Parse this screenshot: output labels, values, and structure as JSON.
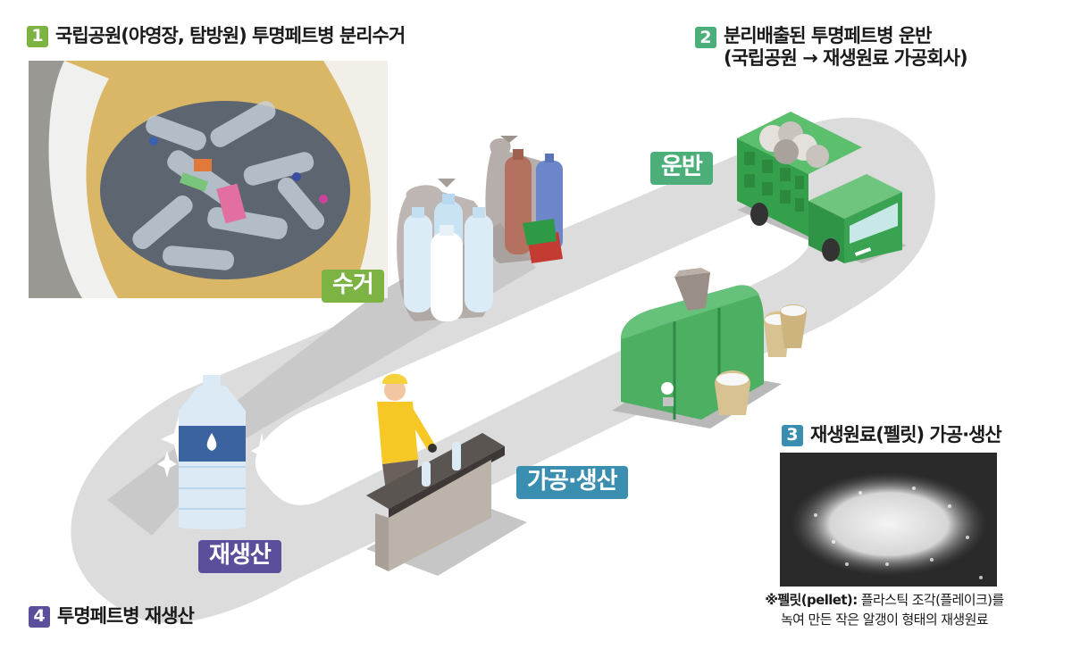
{
  "colors": {
    "step1": "#7cb342",
    "step2": "#4caf7a",
    "step3": "#3a8fb0",
    "step4": "#5b4f9b",
    "road": "#d9d9d9",
    "road_dark": "#c8c8c8",
    "truck_green": "#3aa351",
    "machine_green": "#4caf62"
  },
  "steps": [
    {
      "number": "1",
      "title": "국립공원(야영장, 탐방원) 투명페트병 분리수거"
    },
    {
      "number": "2",
      "title_line1": "분리배출된 투명페트병 운반",
      "title_line2": "(국립공원 → 재생원료 가공회사)"
    },
    {
      "number": "3",
      "title": "재생원료(펠릿) 가공·생산"
    },
    {
      "number": "4",
      "title": "투명페트병 재생산"
    }
  ],
  "road_labels": {
    "collect": "수거",
    "transport": "운반",
    "process": "가공·생산",
    "reproduce": "재생산"
  },
  "photos": {
    "collection": "photo-bag-of-pet-bottles",
    "pellets": "photo-recycled-pellets"
  },
  "footnote": {
    "term": "※펠릿(pellet):",
    "line1_rest": " 플라스틱 조각(플레이크)를",
    "line2": "녹여 만든 작은 알갱이 형태의 재생원료"
  }
}
